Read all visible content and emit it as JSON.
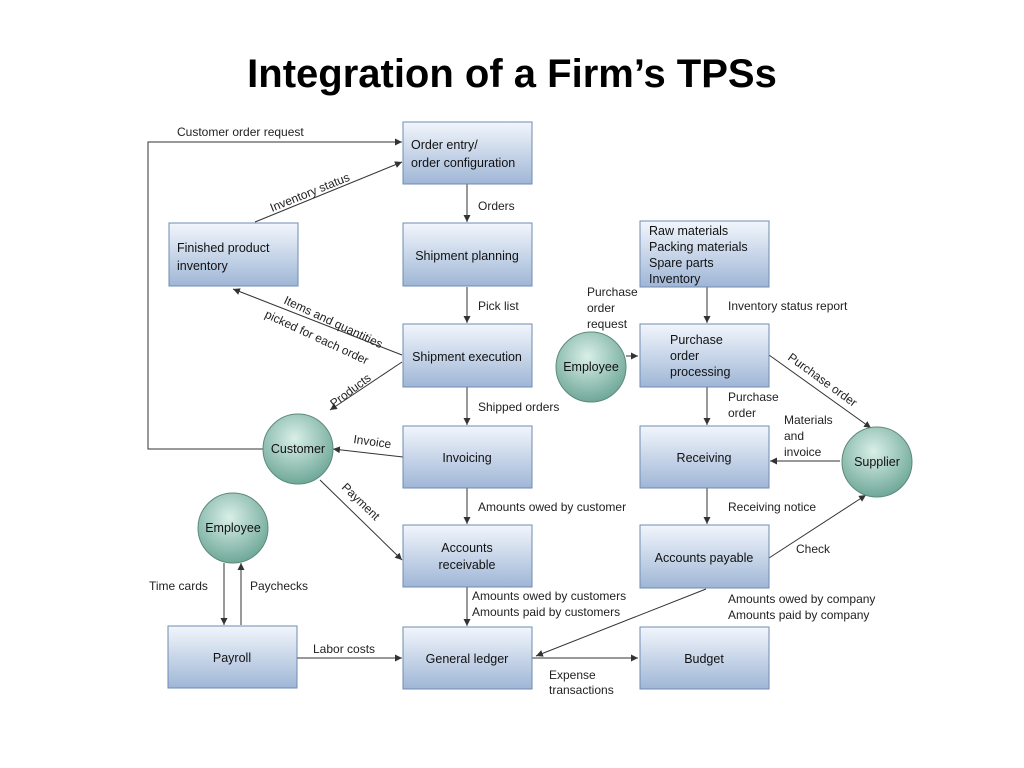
{
  "title": "Integration of a Firm’s TPSs",
  "nodes": {
    "order_entry": [
      "Order entry/",
      "order configuration"
    ],
    "finished_inventory": [
      "Finished product",
      "inventory"
    ],
    "shipment_planning": [
      "Shipment planning"
    ],
    "shipment_execution": [
      "Shipment execution"
    ],
    "invoicing": [
      "Invoicing"
    ],
    "accounts_receivable": [
      "Accounts",
      "receivable"
    ],
    "payroll": [
      "Payroll"
    ],
    "general_ledger": [
      "General ledger"
    ],
    "budget": [
      "Budget"
    ],
    "raw_materials": [
      "Raw materials",
      "Packing materials",
      "Spare parts",
      "Inventory"
    ],
    "purchase_order_processing": [
      "Purchase",
      "order",
      "processing"
    ],
    "receiving": [
      "Receiving"
    ],
    "accounts_payable": [
      "Accounts payable"
    ],
    "customer": "Customer",
    "employee_left": "Employee",
    "employee_right": "Employee",
    "supplier": "Supplier"
  },
  "labels": {
    "customer_order_request": "Customer order request",
    "inventory_status": "Inventory status",
    "orders": "Orders",
    "pick_list": "Pick list",
    "items_quantities_1": "Items and quantities",
    "items_quantities_2": "picked for each order",
    "products": "Products",
    "shipped_orders": "Shipped orders",
    "invoice": "Invoice",
    "payment": "Payment",
    "amounts_owed_customer": "Amounts owed by customer",
    "amounts_owed_customers": "Amounts owed by customers",
    "amounts_paid_customers": "Amounts paid by customers",
    "time_cards": "Time cards",
    "paychecks": "Paychecks",
    "labor_costs": "Labor costs",
    "expense_1": "Expense",
    "expense_2": "transactions",
    "purchase_order_request": [
      "Purchase",
      "order",
      "request"
    ],
    "inventory_status_report": "Inventory status report",
    "purchase_order_diag": "Purchase order",
    "purchase_order_down": [
      "Purchase",
      "order"
    ],
    "materials_invoice": [
      "Materials",
      "and",
      "invoice"
    ],
    "receiving_notice": "Receiving notice",
    "check": "Check",
    "amounts_owed_company": "Amounts owed by company",
    "amounts_paid_company": "Amounts paid by company"
  }
}
